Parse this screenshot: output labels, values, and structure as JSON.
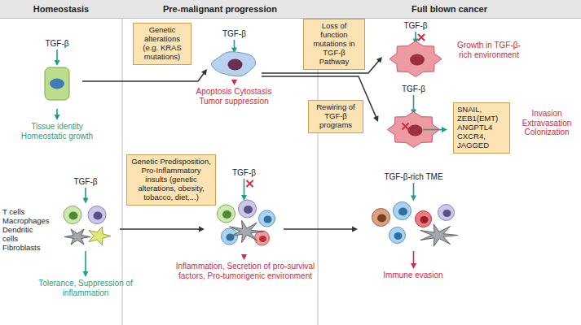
{
  "diagram": {
    "nodes": [
      {
        "text": [
          "Homeostasis"
        ]
      },
      {
        "text": [
          "Pre-malignant progression"
        ]
      },
      {
        "text": [
          "Full blown cancer"
        ]
      },
      {
        "text": [
          "TGF-β"
        ]
      },
      {
        "text": [
          "Genetic alterations (e.g. KRAS mutations)"
        ]
      },
      {
        "text": [
          "TGF-β"
        ]
      },
      {
        "text": [
          "Loss of function mutations in TGF-β Pathway"
        ]
      },
      {
        "text": [
          "TGF-β"
        ]
      },
      {
        "text": [
          "Rewiring of TGF-β programs"
        ]
      },
      {
        "text": [
          "TGF-β"
        ]
      },
      {
        "text": [
          "SNAIL, ZEB1(EMT) ANGPTL4 CXCR4, JAGGED"
        ]
      },
      {
        "text": [
          "TGF-β"
        ]
      },
      {
        "text": [
          "Genetic Predisposition, Pro-Inflammatory insults (genetic alterations, obesity, tobacco, diet,...)"
        ]
      },
      {
        "text": [
          "TGF-β"
        ]
      },
      {
        "text": [
          "TGF-β-rich TME"
        ]
      }
    ],
    "edges": [
      {
        "from": 3,
        "to": 5,
        "arrow": "to"
      },
      {
        "from": 5,
        "to": 7,
        "arrow": "to"
      },
      {
        "from": 5,
        "to": 9,
        "arrow": "to"
      },
      {
        "from": 11,
        "to": 13,
        "arrow": "to"
      },
      {
        "from": 13,
        "to": 14,
        "arrow": "to"
      }
    ],
    "labels": [
      "Tissue identity Homeostatic growth",
      "Apoptosis Cytostasis Tumor suppression",
      "Growth in TGF-β-rich environment",
      "Invasion Extravasation Colonization",
      "T cells Macrophages Dendritic cells Fibroblasts",
      "Tolerance, Suppression of inflammation",
      "Inflammation, Secretion of pro-survival factors, Pro-tumorigenic environment",
      "Immune evasion"
    ]
  }
}
